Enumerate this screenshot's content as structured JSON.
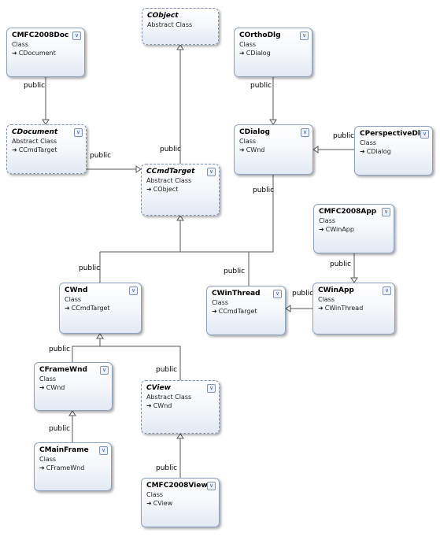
{
  "diagram": {
    "classes": {
      "cobject": {
        "name": "CObject",
        "kind": "Abstract Class",
        "base": ""
      },
      "cmfc2008doc": {
        "name": "CMFC2008Doc",
        "kind": "Class",
        "base": "CDocument"
      },
      "corthodlg": {
        "name": "COrthoDlg",
        "kind": "Class",
        "base": "CDialog"
      },
      "cdocument": {
        "name": "CDocument",
        "kind": "Abstract Class",
        "base": "CCmdTarget"
      },
      "cdialog": {
        "name": "CDialog",
        "kind": "Class",
        "base": "CWnd"
      },
      "cperspectivedlg": {
        "name": "CPerspectiveDlg",
        "kind": "Class",
        "base": "CDialog"
      },
      "ccmdtarget": {
        "name": "CCmdTarget",
        "kind": "Abstract Class",
        "base": "CObject"
      },
      "cmfc2008app": {
        "name": "CMFC2008App",
        "kind": "Class",
        "base": "CWinApp"
      },
      "cwnd": {
        "name": "CWnd",
        "kind": "Class",
        "base": "CCmdTarget"
      },
      "cwinthread": {
        "name": "CWinThread",
        "kind": "Class",
        "base": "CCmdTarget"
      },
      "cwinapp": {
        "name": "CWinApp",
        "kind": "Class",
        "base": "CWinThread"
      },
      "cframewnd": {
        "name": "CFrameWnd",
        "kind": "Class",
        "base": "CWnd"
      },
      "cview": {
        "name": "CView",
        "kind": "Abstract Class",
        "base": "CWnd"
      },
      "cmainframe": {
        "name": "CMainFrame",
        "kind": "Class",
        "base": "CFrameWnd"
      },
      "cmfc2008view": {
        "name": "CMFC2008View",
        "kind": "Class",
        "base": "CView"
      }
    },
    "relation_label": "public",
    "icons": {
      "base_arrow": "inherit-arrow-icon",
      "toggle": "collapse-chevron-icon"
    },
    "colors": {
      "box_border": "#8ea1bd",
      "box_fill_top": "#ffffff",
      "box_fill_bottom": "#e3e9f3",
      "connector": "#555555",
      "toggle_glyph": "#3a5fa8"
    }
  }
}
